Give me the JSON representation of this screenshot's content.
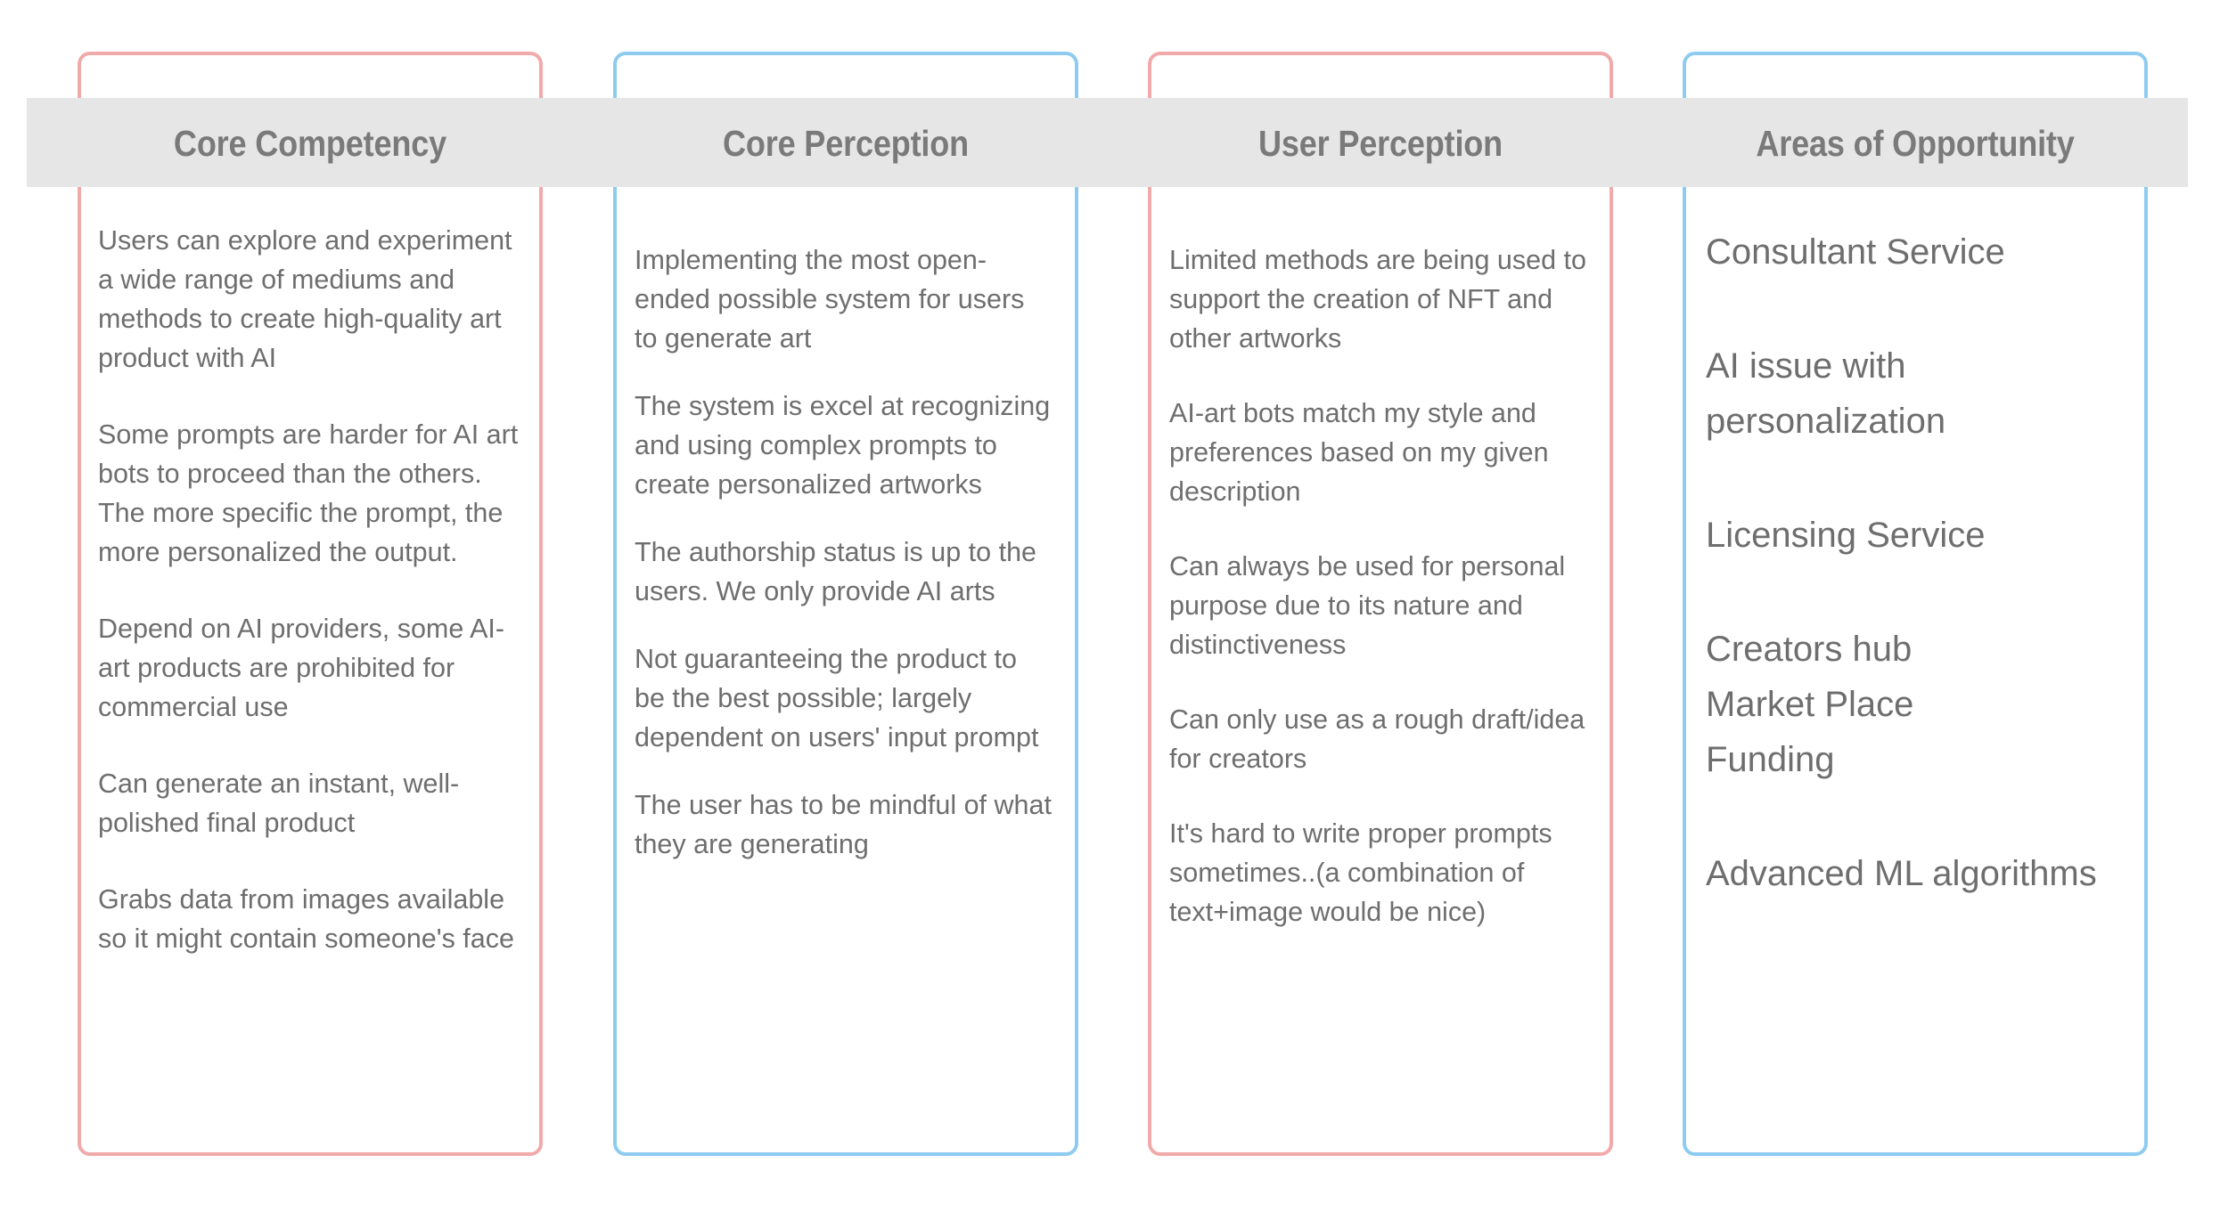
{
  "theme": {
    "header_band_color": "#e6e6e6",
    "title_color": "#7a7a7a",
    "body_text_color": "#6e6e6e",
    "border_pink": "#f2a9a9",
    "border_blue": "#8ecbf0",
    "page_background": "#ffffff"
  },
  "columns": [
    {
      "title": "Core Competency",
      "accent": "pink",
      "items": [
        "Users can explore and experiment a wide range of mediums and methods to create high-quality art product with AI",
        "Some prompts are harder for AI art bots to proceed than the others. The more specific the prompt, the more personalized the output.",
        "Depend on AI providers, some AI-art products are prohibited for commercial use",
        "Can generate an instant, well-polished final product",
        "Grabs data from images available so it might contain someone's face"
      ]
    },
    {
      "title": "Core Perception",
      "accent": "blue",
      "items": [
        "Implementing the most open-ended possible system for users to generate art",
        "The system is excel at recognizing and using complex prompts to create personalized artworks",
        "The authorship status is up to the users. We only provide AI arts",
        "Not guaranteeing the product to be the best possible; largely dependent on users' input prompt",
        "The user has to be mindful of what they are generating"
      ]
    },
    {
      "title": "User Perception",
      "accent": "pink",
      "items": [
        "Limited methods are being used to support the creation of NFT and other artworks",
        "AI-art bots match my style and preferences based on my given description",
        "Can always be used for personal purpose due to its nature and distinctiveness",
        "Can only use as a rough draft/idea for creators",
        "It's hard to write proper prompts sometimes..(a combination of text+image would be nice)"
      ]
    },
    {
      "title": "Areas of Opportunity",
      "accent": "blue",
      "items": [
        "Consultant Service",
        "AI issue with personalization",
        "Licensing Service",
        "Creators hub\nMarket Place\nFunding",
        "Advanced ML algorithms"
      ]
    }
  ]
}
